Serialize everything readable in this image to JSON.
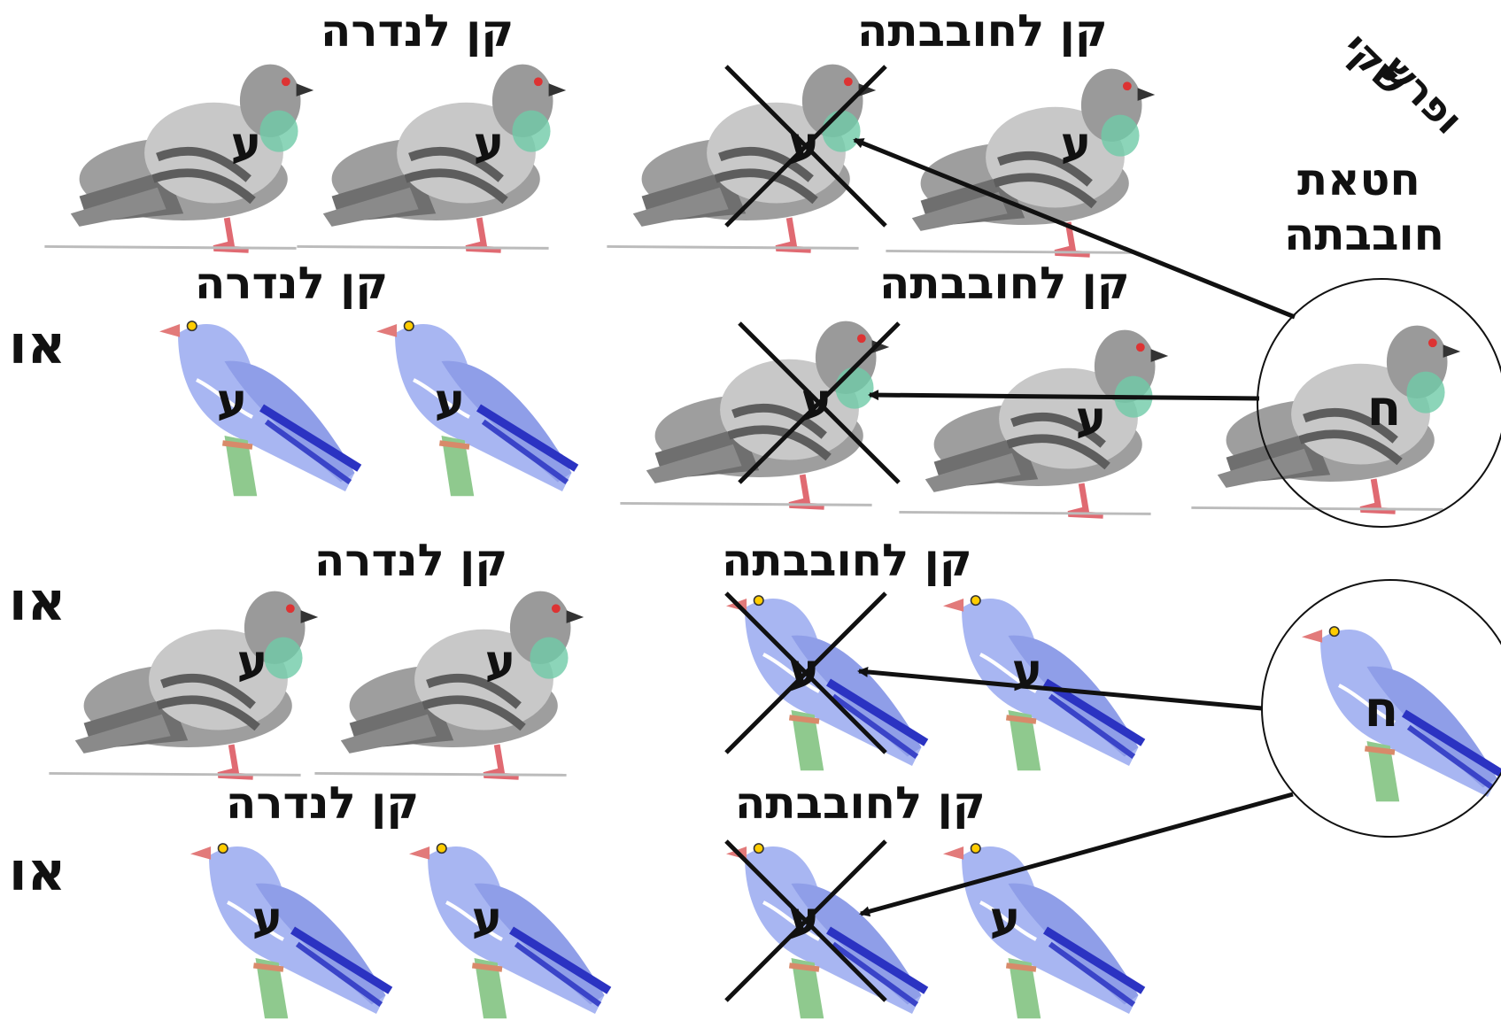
{
  "labels": {
    "nest_vow": "קן לנדרה",
    "nest_obligation": "קן לחובבתה",
    "or": "או",
    "sin_offering": "חטאת חובבתה",
    "sin_offering_line1": "חטאת",
    "sin_offering_line2": "חובבתה",
    "corner_line1": "שקי",
    "corner_line2": "ופרש"
  },
  "bird_marks": {
    "olah": "ע",
    "chatat": "ח"
  },
  "rows": [
    {
      "left_pair": "turtledove",
      "right_pair": "turtledove",
      "or_prefix": ""
    },
    {
      "left_pair": "pigeon",
      "right_pair": "turtledove",
      "or_prefix": "או"
    },
    {
      "left_pair": "turtledove",
      "right_pair": "pigeon",
      "or_prefix": "או"
    },
    {
      "left_pair": "pigeon",
      "right_pair": "pigeon",
      "or_prefix": "או"
    }
  ],
  "colors": {
    "turtledove_body": "#a9a9a9",
    "turtledove_wing": "#c9c9c9",
    "pigeon_body": "#a8b6f2",
    "pigeon_wing": "#3a44c8",
    "ink": "#111111"
  }
}
